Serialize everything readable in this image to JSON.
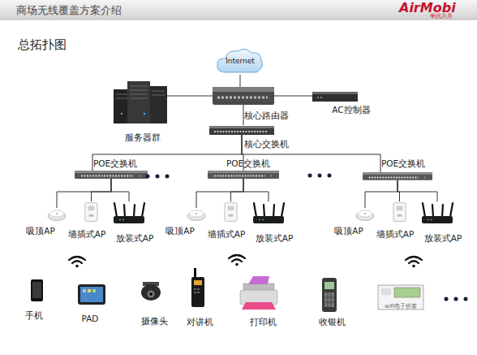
{
  "diagram": {
    "title": "商场无线覆盖方案介绍",
    "nodes": [
      {
        "text": [
          "Internet"
        ]
      },
      {
        "text": [
          "核心路由器"
        ]
      },
      {
        "text": [
          "服务器群"
        ]
      },
      {
        "text": [
          "AC控制器"
        ]
      },
      {
        "text": [
          "核心交换机"
        ]
      },
      {
        "text": [
          "POE交换机"
        ]
      },
      {
        "text": [
          "POE交换机"
        ]
      },
      {
        "text": [
          "POE交换机"
        ]
      },
      {
        "text": [
          "吸顶AP"
        ]
      },
      {
        "text": [
          "墙插式AP"
        ]
      },
      {
        "text": [
          "放装式AP"
        ]
      },
      {
        "text": [
          "吸顶AP"
        ]
      },
      {
        "text": [
          "墙插式AP"
        ]
      },
      {
        "text": [
          "放装式AP"
        ]
      },
      {
        "text": [
          "吸顶AP"
        ]
      },
      {
        "text": [
          "墙插式AP"
        ]
      },
      {
        "text": [
          "放装式AP"
        ]
      },
      {
        "text": [
          "手机"
        ]
      },
      {
        "text": [
          "PAD"
        ]
      },
      {
        "text": [
          "摄像头"
        ]
      },
      {
        "text": [
          "对讲机"
        ]
      },
      {
        "text": [
          "打印机"
        ]
      },
      {
        "text": [
          "收银机"
        ]
      },
      {
        "text": [
          "wifi电子价签"
        ]
      }
    ],
    "edges": [
      {
        "from": 0,
        "to": 1,
        "arrow": "none"
      },
      {
        "from": 1,
        "to": 2,
        "arrow": "none"
      },
      {
        "from": 1,
        "to": 3,
        "arrow": "none"
      },
      {
        "from": 1,
        "to": 4,
        "arrow": "none"
      },
      {
        "from": 4,
        "to": 5,
        "arrow": "none"
      },
      {
        "from": 4,
        "to": 6,
        "arrow": "none"
      },
      {
        "from": 4,
        "to": 7,
        "arrow": "none"
      },
      {
        "from": 5,
        "to": 8,
        "arrow": "none"
      },
      {
        "from": 5,
        "to": 9,
        "arrow": "none"
      },
      {
        "from": 5,
        "to": 10,
        "arrow": "none"
      },
      {
        "from": 6,
        "to": 11,
        "arrow": "none"
      },
      {
        "from": 6,
        "to": 12,
        "arrow": "none"
      },
      {
        "from": 6,
        "to": 13,
        "arrow": "none"
      },
      {
        "from": 7,
        "to": 14,
        "arrow": "none"
      },
      {
        "from": 7,
        "to": 15,
        "arrow": "none"
      },
      {
        "from": 7,
        "to": 16,
        "arrow": "none"
      }
    ],
    "labels": [
      "总拓扑图",
      "AirMobi",
      "華訊方舟"
    ]
  }
}
